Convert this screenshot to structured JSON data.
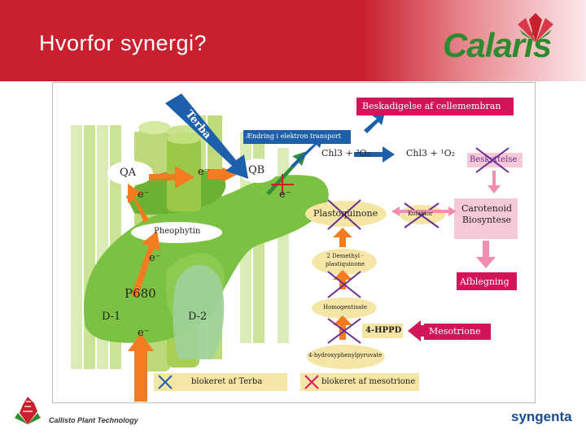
{
  "slide": {
    "title": "Hvorfor synergi?"
  },
  "brand": {
    "name": "Calaris",
    "product_line": "Callisto Plant Technology",
    "company": "syngenta"
  },
  "diagram": {
    "terba": "Terba",
    "damage": "Beskadigelse af cellemembran",
    "electron_change": "Ændring i elektron transport",
    "chl3_left": "Chl3 + ³O₂",
    "chl3_right": "Chl3 + ¹O₂",
    "protection": "Beskyttelse",
    "qa": "QA",
    "qb": "QB",
    "e_minus": "e⁻",
    "pheophytin": "Pheophytin",
    "p680": "P680",
    "d1": "D-1",
    "d2": "D-2",
    "plastoquinone": "Plastoquinone",
    "cofactor": "Kofaktor",
    "carotenoid": "Carotenoid Biosyntese",
    "dimethyl": "2 Demethyl -plastiquinone",
    "bleaching": "Afblegning",
    "homogentisate": "Homogentisate",
    "hppd": "4-HPPD",
    "mesotrione": "Mesotrione",
    "hydroxy": "4-hydroxyphenylpyruvate",
    "legend_terba": "blokeret af Terba",
    "legend_mesotrione": "blokeret af mesotrione"
  },
  "colors": {
    "header_red": "#c8202e",
    "green": "#7cc242",
    "orange": "#f47b20",
    "blue": "#1d5fab",
    "magenta": "#d4145a",
    "purple": "#6a2c91",
    "pink": "#f08db0",
    "beige": "#f6e6a6"
  }
}
